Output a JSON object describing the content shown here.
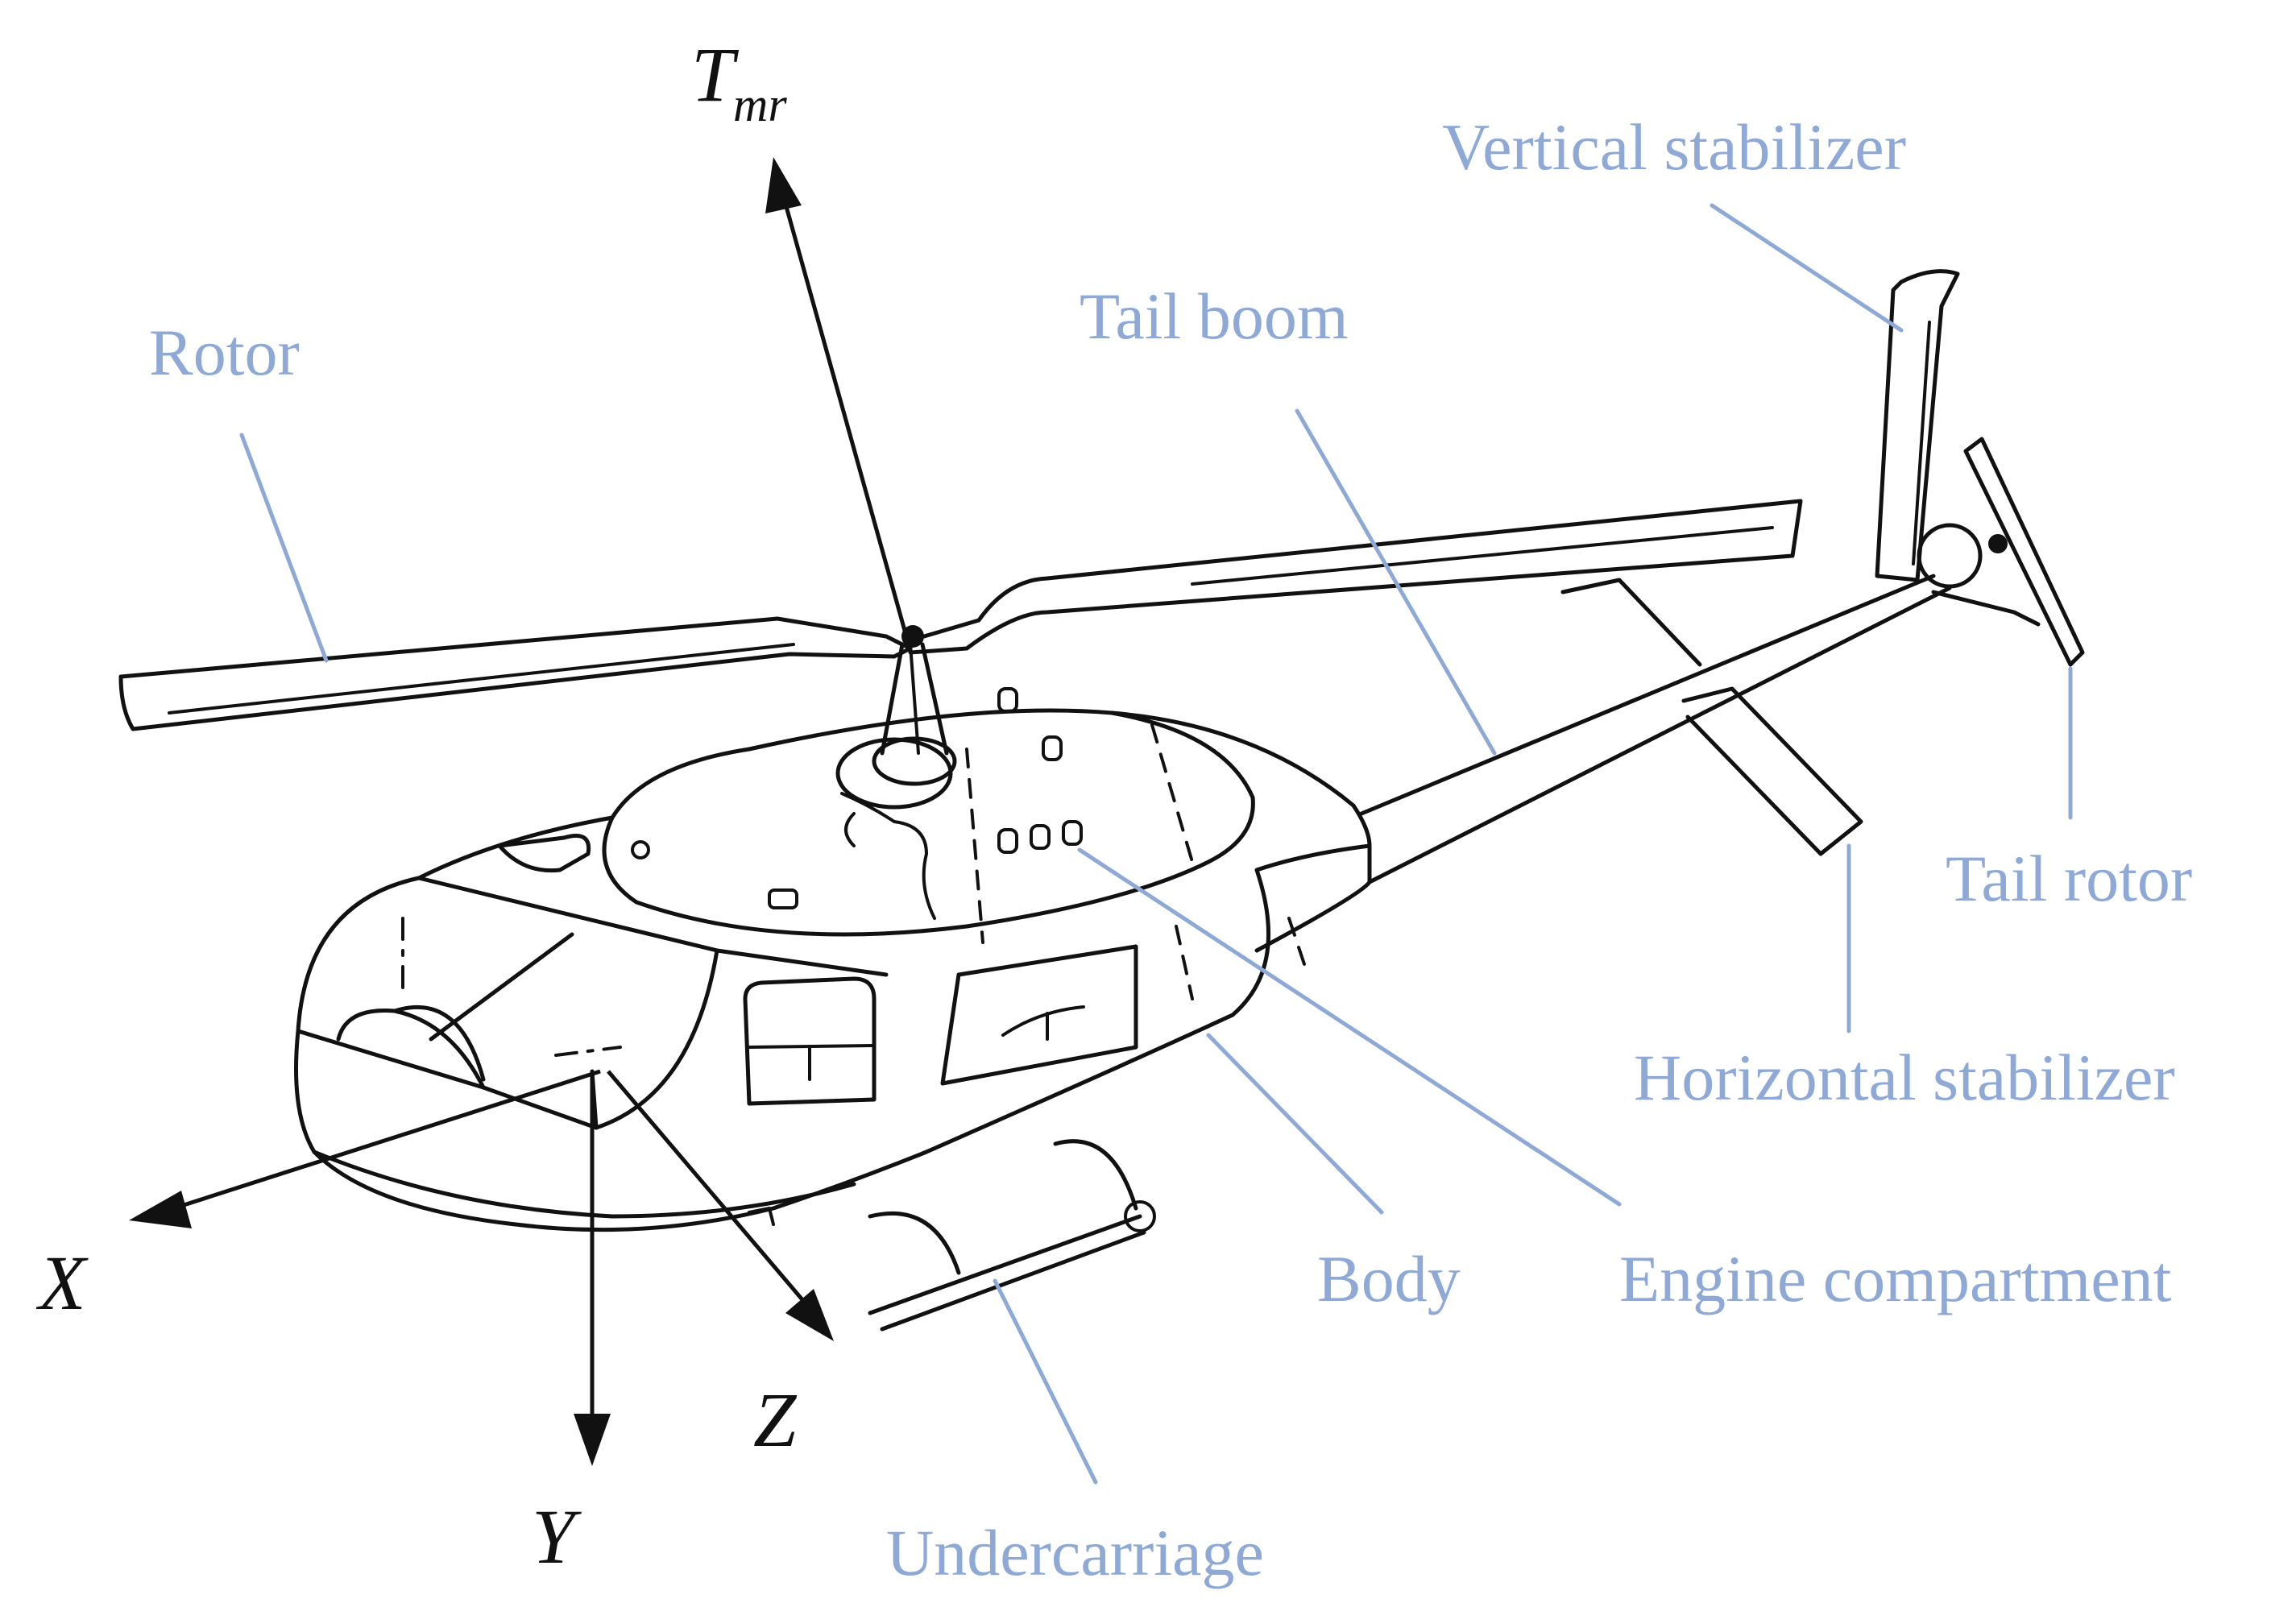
{
  "labels": {
    "rotor": "Rotor",
    "tail_boom": "Tail boom",
    "vertical_stabilizer": "Vertical stabilizer",
    "tail_rotor": "Tail rotor",
    "horizontal_stabilizer": "Horizontal stabilizer",
    "body": "Body",
    "engine_compartment": "Engine compartment",
    "undercarriage": "Undercarriage"
  },
  "axes": {
    "thrust_main": "T",
    "thrust_sub": "mr",
    "x": "X",
    "y": "Y",
    "z": "Z"
  },
  "colors": {
    "label": "#8fa9d6",
    "drawing": "#111111"
  }
}
